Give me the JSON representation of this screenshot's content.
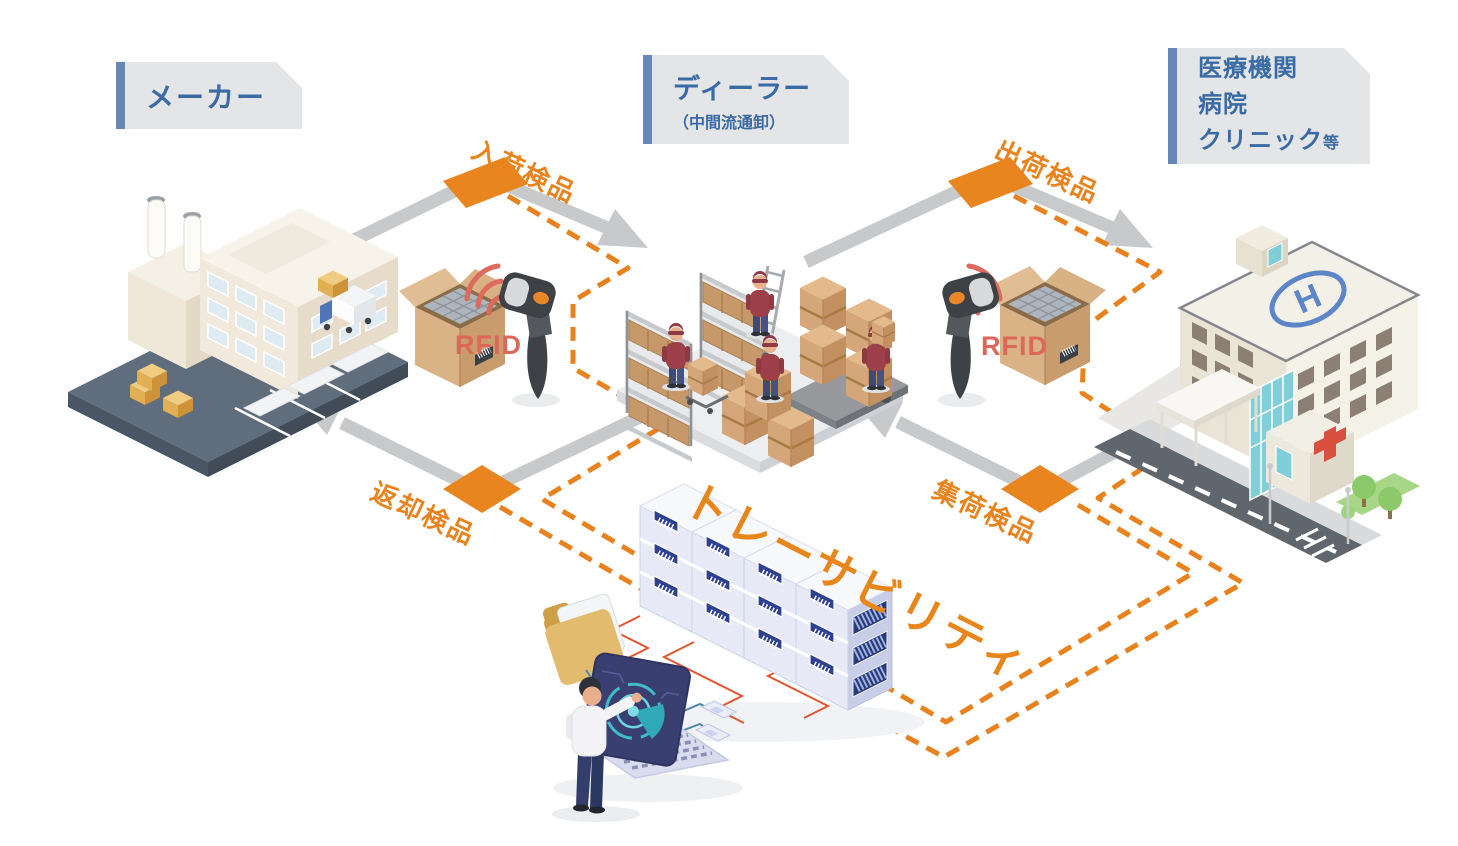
{
  "header_nodes": {
    "maker": {
      "label": "メーカー"
    },
    "dealer": {
      "label": "ディーラー",
      "sublabel": "（中間流通卸）"
    },
    "medical": {
      "label_line1": "医療機関",
      "label_line2": "病院",
      "label_line3": "クリニック",
      "label_line3_suffix": "等"
    }
  },
  "checkpoints": {
    "inbound_label": "入荷検品",
    "outbound_label": "出荷検品",
    "return_label": "返却検品",
    "pickup_label": "集荷検品"
  },
  "rfid_left_label": "RFID",
  "rfid_right_label": "RFID",
  "traceability_label": "トレーサビリティ",
  "hospital": {
    "helipad_letter": "H"
  },
  "icons": {
    "factory": "factory-illustration",
    "warehouse": "warehouse-illustration",
    "hospital": "hospital-illustration",
    "carton_box": "carton-box-icon",
    "rfid_scanner": "rfid-scanner-icon",
    "server_stack": "server-stack-icon",
    "laptop": "laptop-icon",
    "operator": "operator-person-icon",
    "folder": "folder-icon"
  },
  "colors": {
    "accent_orange": "#E8821E",
    "diamond_orange": "#E8851F",
    "label_text_blue": "#3A6BA5",
    "label_bar_blue": "#6787B7",
    "label_bg_gray": "#E4E5E7",
    "arrow_gray": "#C7C9CB",
    "rfid_red": "#DD685A",
    "worker_maroon": "#9E4049",
    "carton_tan": "#D9B286",
    "server_navy": "#2B3B77"
  }
}
